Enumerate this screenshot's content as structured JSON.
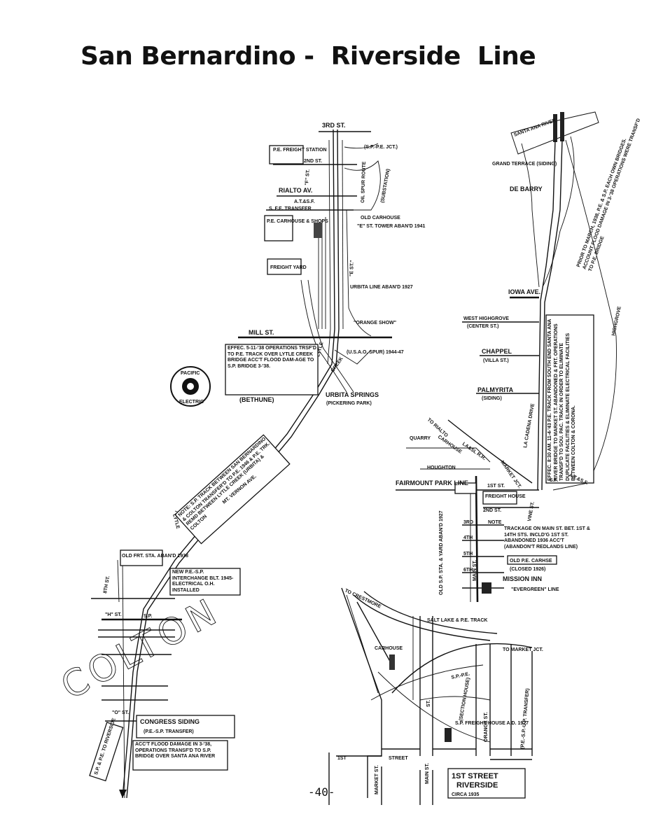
{
  "page": {
    "title": "San Bernardino -  Riverside  Line",
    "page_number": "-40-"
  },
  "sb_map": {
    "labels": {
      "third_st": "3RD ST.",
      "sp_pe_jct": "(S.P.-P.E. JCT.)",
      "pe_freight_station": "P.E. FREIGHT STATION",
      "second_st": "2ND ST.",
      "f_st": "\"F\" ST.",
      "oil_spur_route": "OIL SPUR ROUTE",
      "substation": "(SUBSTATION)",
      "rialto_av": "RIALTO AV.",
      "atsf": "A.T.&S.F.",
      "sfe_transfer": "S. F.E. TRANSFER",
      "old_carhouse": "OLD CARHOUSE",
      "e_st_tower": "\"E\" ST. TOWER ABAN'D 1941",
      "pe_carhouse_shops": "P.E. CARHOUSE & SHOPS",
      "e_st": "\"E ST.\"",
      "freight_yard": "FREIGHT YARD",
      "urbita_line": "URBITA LINE ABAN'D 1927",
      "orange_show": "\"ORANGE SHOW\"",
      "mill_st": "MILL ST.",
      "lytle": "LYTLE",
      "creek": "CREEK",
      "effec_note": "EFFEC. 5-11-'38 OPERATIONS TRSF'D TO P.E. TRACK OVER LYTLE CREEK BRIDGE ACC'T FLOOD DAM-AGE TO S.P. BRIDGE 3-'38.",
      "bethune": "(BETHUNE)",
      "usa_note": "(U.S.A.O. SPUR) 1944-47",
      "urbita_springs": "URBITA SPRINGS",
      "pickering_park": "(PICKERING PARK)",
      "logo_top": "PACIFIC",
      "logo_bottom": "ELECTRIC",
      "note_track": "NOTE: S.P. TRACK BETWEEN SAN BERNARDINO & COLTON TRANSFER'D TO P.E. 1946 & P.E. TRK. REMD BETWEEN LYTLE CREEK (URBITA) & COLTON",
      "mt_vernon_ave": "MT. VERNON AVE.",
      "old_frt_sta": "OLD FRT. STA. ABAN'D 1938",
      "eighth_st": "8TH ST.",
      "h_st": "\"H\" ST.",
      "sp": "S.P.",
      "new_pe_sp": "NEW P.E.-S.P. INTERCHANGE BLT. 1945-ELECTRICAL O.H. INSTALLED",
      "o_st": "\"O\" ST.",
      "colton": "COLTON",
      "congress_siding": "CONGRESS SIDING",
      "congress_sub": "(P.E.-S.P. TRANSFER)",
      "acct_flood": "ACC'T FLOOD DAMAGE IN 3-'38, OPERATIONS TRANSF'D TO S.P. BRIDGE OVER SANTA ANA RIVER",
      "sp_pe_to_riverside": "S.P. & P.E. TO RIVERSIDE"
    }
  },
  "riverside_map": {
    "labels": {
      "santa_ana_river": "SANTA ANA RIVER",
      "grand_terrace": "GRAND TERRACE (SIDING)",
      "de_barry": "DE BARRY",
      "prior_note": "PRIOR TO MARCH, 1938, P.E. & S.P. EACH OWN BRIDGES. ACCOUNT FLOOD DAMAGE IN 3-'38 OPERATIONS WERE TRANSF'D TO P.E. BRIDGE",
      "iowa_ave": "IOWA AVE.",
      "highgrove": "HIGHGROVE",
      "west_highgrove": "WEST HIGHGROVE",
      "center_st": "(CENTER ST.)",
      "chappel": "CHAPPEL",
      "villa_st": "(VILLA ST.)",
      "palmyrita": "PALMYRITA",
      "siding": "(SIDING)",
      "effec_long": "EFFEC. 8:30 AM. 11-4-'43 P.E. TRACK FROM SOUTH END SANTA ANA RIVER BRIDGE TO MARKET ST. ABANDONED & FRT. OPERATIONS TRANSF'D TO SOU. PAC. TRACK IN ORDER TO ELIMINATE DUPLICATE FACILITIES & ELIMINATE ELECTRICAL FACILITIES BETWEEN COLTON & CORONA.",
      "cadena_drive": "LA CADENA DRIVE",
      "to_rialto": "TO RIALTO",
      "lasl_rr": "LA&SL R.R.",
      "quarry": "QUARRY",
      "carhouse": "CARHOUSE",
      "houghton": "HOUGHTON",
      "market_jct": "MARKET JCT.",
      "fairmount_park": "FAIRMOUNT PARK LINE",
      "first_st": "1ST ST.",
      "sf": "S.F.",
      "atsf": "A.T.&S.F.",
      "freight_house": "FREIGHT HOUSE",
      "second_st": "2ND ST.",
      "vine_st": "VINE ST.",
      "note": "NOTE",
      "old_sp_sta": "OLD S.P. STA. & YARD ABAN'D 1927",
      "third": "3RD",
      "fourth": "4TH",
      "fifth": "5TH",
      "sixth": "6TH",
      "main_st": "MAIN ST.",
      "trackage_note": "TRACKAGE ON MAIN ST. BET. 1ST & 14TH STS. INCLD'G 1ST ST. ABANDONED 1936 ACC'T (ABANDON'T REDLANDS LINE)",
      "old_pe_carhse": "OLD P.E. CARHSE",
      "closed": "(CLOSED 1926)",
      "mission_inn": "MISSION INN",
      "evergreen": "\"EVERGREEN\" LINE"
    }
  },
  "detail_map": {
    "labels": {
      "to_crestmore": "TO CRESTMORE",
      "salt_lake_pe": "SALT LAKE & P.E. TRACK",
      "to_market_jct": "TO MARKET JCT.",
      "carhouse": "CARHOUSE",
      "sp_pe": "S.P.-P.E.",
      "section_house": "(SECTION HOUSE)",
      "sp_freight_house": "S.P. FREIGHT HOUSE A.D. 1927",
      "pe_sp_up_transfer": "(P.E.-S.P.-U.P. TRANSFER)",
      "main_st": "MAIN ST.",
      "orange_st": "ORANGE ST.",
      "market_st": "MARKET ST.",
      "first": "1ST",
      "street": "STREET",
      "st": "ST.",
      "box_line1": "1ST STREET",
      "box_line2": "RIVERSIDE",
      "box_line3": "CIRCA 1935"
    }
  }
}
